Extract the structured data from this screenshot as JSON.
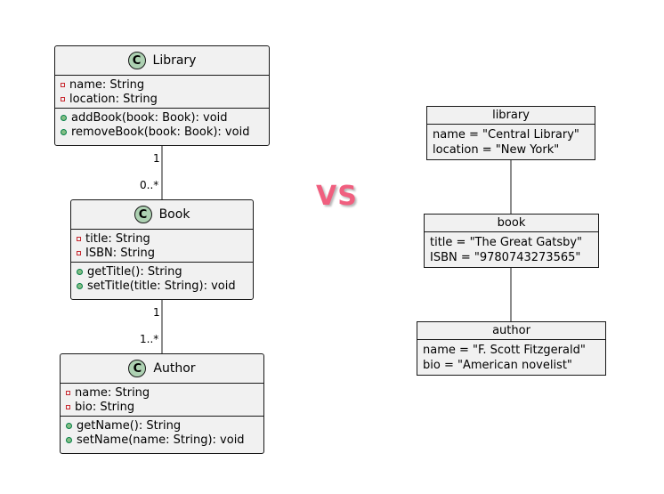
{
  "class_diagram": {
    "classes": [
      {
        "name": "Library",
        "attributes": [
          {
            "visibility": "private",
            "text": "name: String"
          },
          {
            "visibility": "private",
            "text": "location: String"
          }
        ],
        "methods": [
          {
            "visibility": "public",
            "text": "addBook(book: Book): void"
          },
          {
            "visibility": "public",
            "text": "removeBook(book: Book): void"
          }
        ]
      },
      {
        "name": "Book",
        "attributes": [
          {
            "visibility": "private",
            "text": "title: String"
          },
          {
            "visibility": "private",
            "text": "ISBN: String"
          }
        ],
        "methods": [
          {
            "visibility": "public",
            "text": "getTitle(): String"
          },
          {
            "visibility": "public",
            "text": "setTitle(title: String): void"
          }
        ]
      },
      {
        "name": "Author",
        "attributes": [
          {
            "visibility": "private",
            "text": "name: String"
          },
          {
            "visibility": "private",
            "text": "bio: String"
          }
        ],
        "methods": [
          {
            "visibility": "public",
            "text": "getName(): String"
          },
          {
            "visibility": "public",
            "text": "setName(name: String): void"
          }
        ]
      }
    ],
    "associations": [
      {
        "from": "Library",
        "to": "Book",
        "from_mult": "1",
        "to_mult": "0..*"
      },
      {
        "from": "Book",
        "to": "Author",
        "from_mult": "1",
        "to_mult": "1..*"
      }
    ],
    "class_icon_letter": "C"
  },
  "separator_text": "VS",
  "object_diagram": {
    "objects": [
      {
        "name": "library",
        "fields": [
          "name = \"Central Library\"",
          "location = \"New York\""
        ]
      },
      {
        "name": "book",
        "fields": [
          "title = \"The Great Gatsby\"",
          "ISBN = \"9780743273565\""
        ]
      },
      {
        "name": "author",
        "fields": [
          "name = \"F. Scott Fitzgerald\"",
          "bio = \"American novelist\""
        ]
      }
    ]
  },
  "colors": {
    "class_icon": "#add1b2",
    "box_fill": "#f1f1f1",
    "private_marker": "#c82930",
    "public_marker": "#84be84",
    "vs_text": "#f05f7f"
  }
}
